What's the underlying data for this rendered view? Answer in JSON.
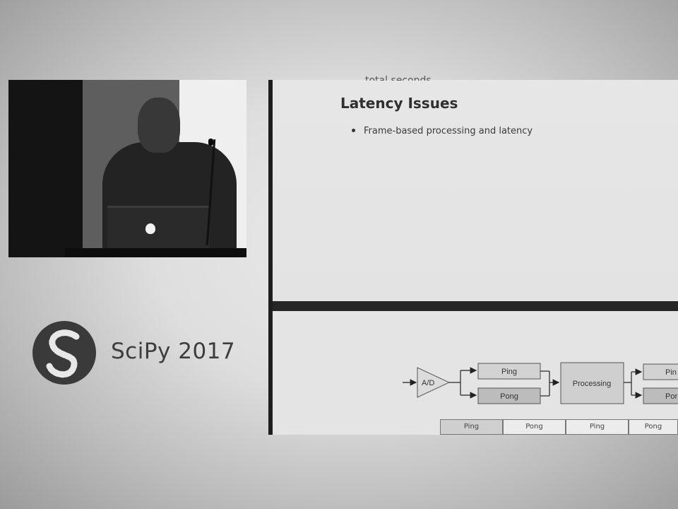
{
  "logo": {
    "text": "SciPy 2017"
  },
  "slide": {
    "cut_text": "total seconds",
    "title": "Latency Issues",
    "bullets": [
      "Frame-based processing and latency"
    ]
  },
  "diagram": {
    "ad_label": "A/D",
    "ping_label": "Ping",
    "pong_label": "Pong",
    "processing_label": "Processing",
    "right_ping_label": "Pin",
    "right_pong_label": "Por",
    "timeline": [
      "Ping",
      "Pong",
      "Ping",
      "Pong"
    ]
  },
  "colors": {
    "slide_bg": "#e4e4e4",
    "frame_dark": "#1e1e1e",
    "box_fill": "#d2d2d2",
    "box_fill_dark": "#bcbcbc"
  }
}
